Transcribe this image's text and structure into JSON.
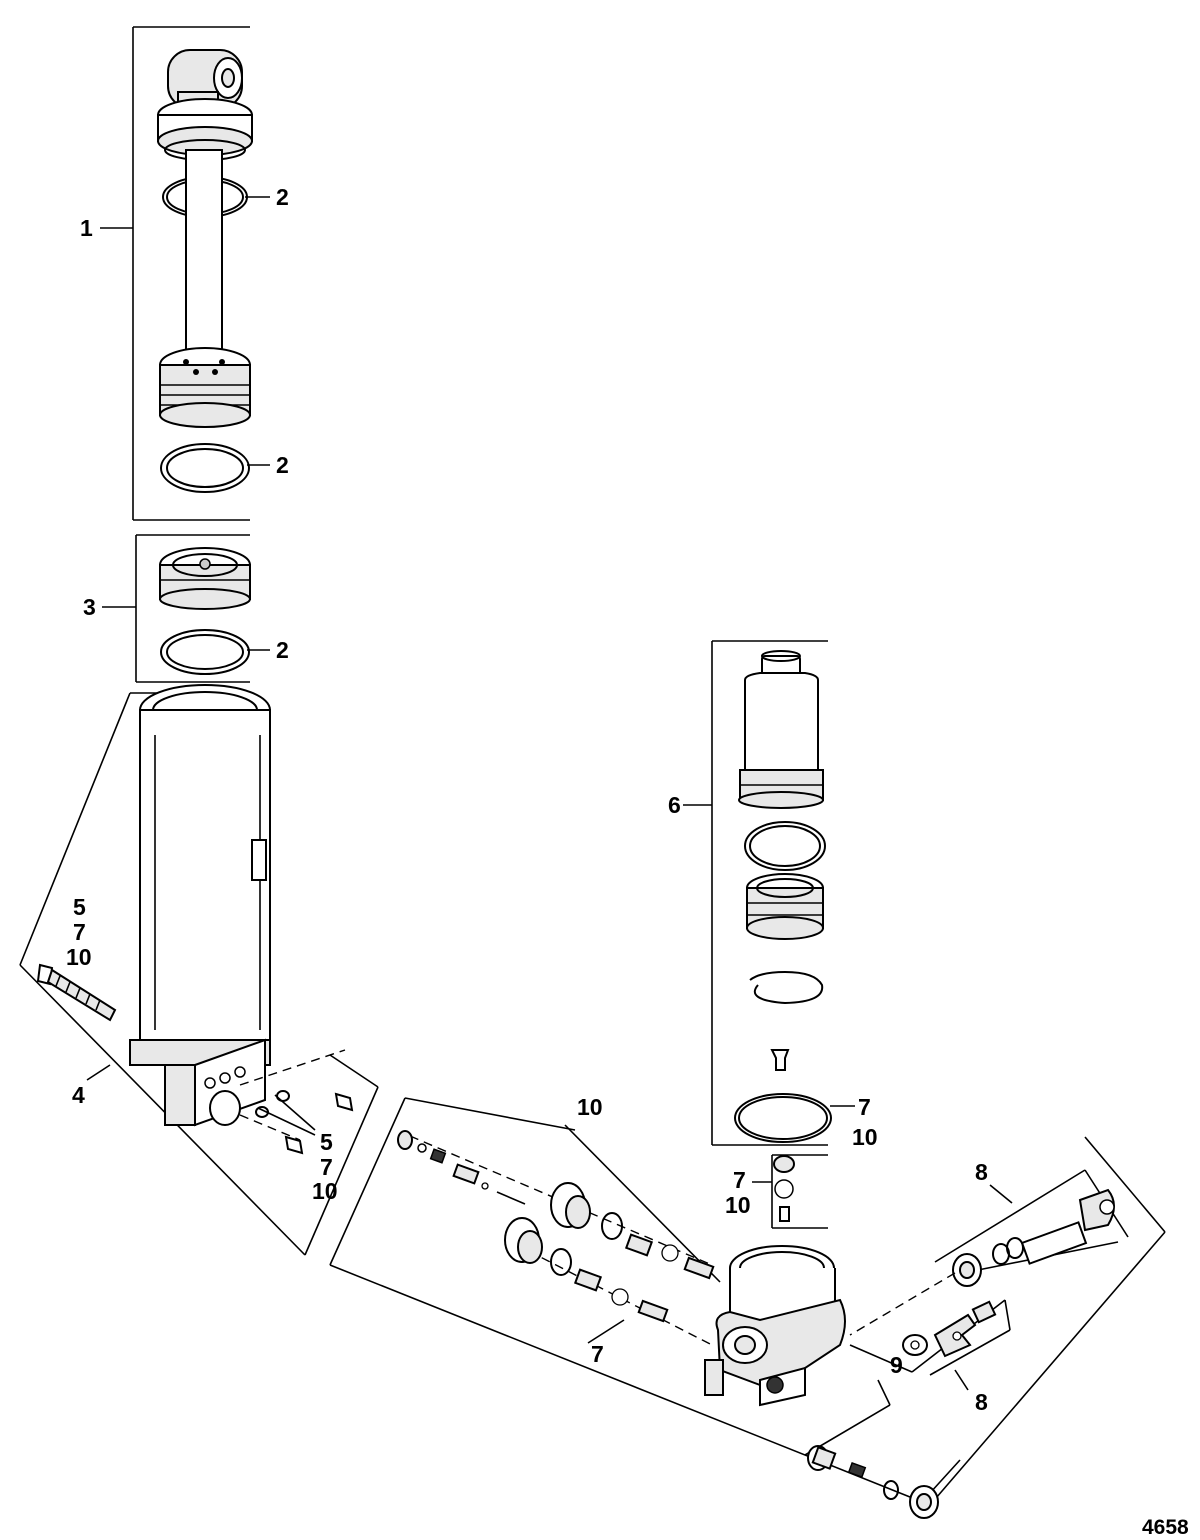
{
  "diagram": {
    "reference_number": "4658",
    "callouts": [
      {
        "id": "c1",
        "text": "1"
      },
      {
        "id": "c2a",
        "text": "2"
      },
      {
        "id": "c2b",
        "text": "2"
      },
      {
        "id": "c3",
        "text": "3"
      },
      {
        "id": "c2c",
        "text": "2"
      },
      {
        "id": "c6",
        "text": "6"
      },
      {
        "id": "c4",
        "text": "4"
      },
      {
        "id": "c5a_1",
        "text": "5"
      },
      {
        "id": "c5a_2",
        "text": "7"
      },
      {
        "id": "c5a_3",
        "text": "10"
      },
      {
        "id": "c5b_1",
        "text": "5"
      },
      {
        "id": "c5b_2",
        "text": "7"
      },
      {
        "id": "c5b_3",
        "text": "10"
      },
      {
        "id": "c10",
        "text": "10"
      },
      {
        "id": "c7r_1",
        "text": "7"
      },
      {
        "id": "c7r_2",
        "text": "10"
      },
      {
        "id": "c7s_1",
        "text": "7"
      },
      {
        "id": "c7s_2",
        "text": "10"
      },
      {
        "id": "c8a",
        "text": "8"
      },
      {
        "id": "c8b",
        "text": "8"
      },
      {
        "id": "c9",
        "text": "9"
      },
      {
        "id": "c7",
        "text": "7"
      }
    ]
  }
}
